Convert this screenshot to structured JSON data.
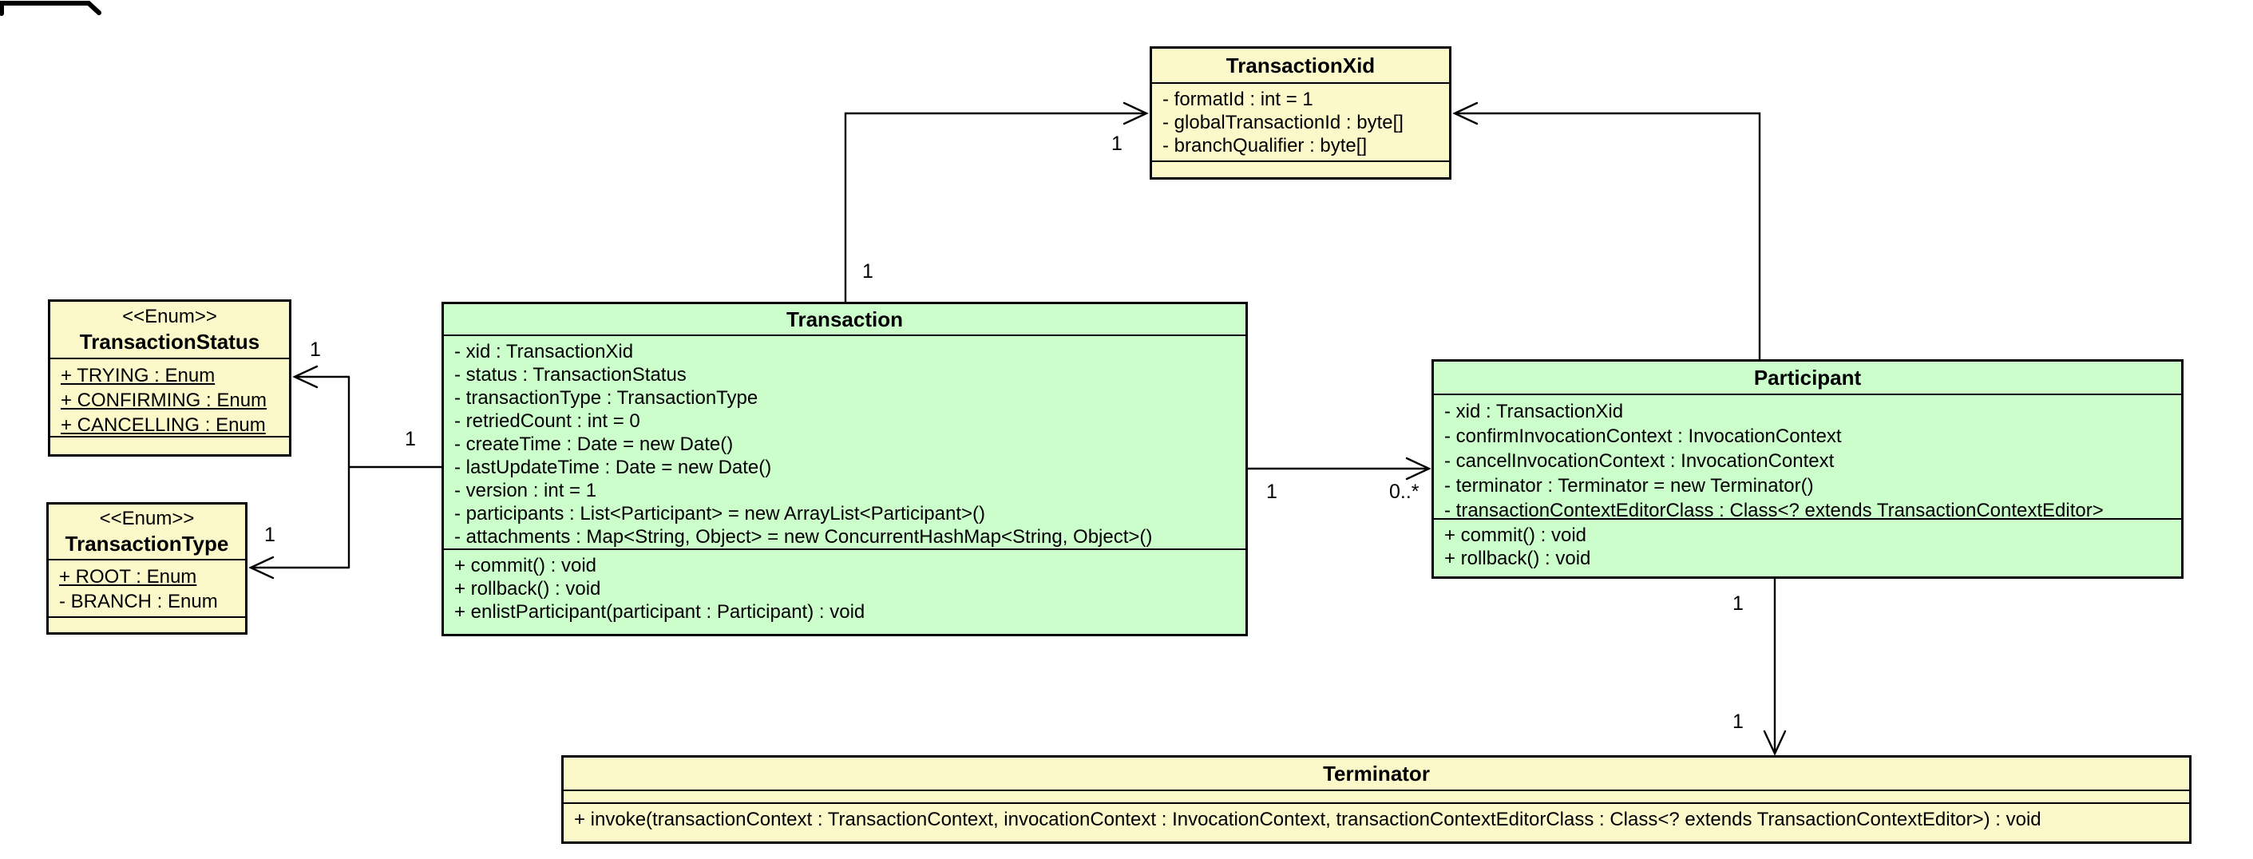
{
  "colors": {
    "canvas_bg": "#ffffff",
    "class_yellow": "#fbf8c9",
    "class_green": "#ccfecc",
    "border": "#000000",
    "text": "#000000"
  },
  "classes": {
    "transaction_xid": {
      "name": "TransactionXid",
      "attributes": [
        {
          "text": "- formatId : int = 1"
        },
        {
          "text": "- globalTransactionId : byte[]"
        },
        {
          "text": "- branchQualifier : byte[]"
        }
      ],
      "operations": []
    },
    "transaction": {
      "name": "Transaction",
      "attributes": [
        {
          "text": "- xid : TransactionXid"
        },
        {
          "text": "- status : TransactionStatus"
        },
        {
          "text": "- transactionType : TransactionType"
        },
        {
          "text": "- retriedCount : int = 0"
        },
        {
          "text": "- createTime : Date = new Date()"
        },
        {
          "text": "- lastUpdateTime : Date = new Date()"
        },
        {
          "text": "- version : int = 1"
        },
        {
          "text": "- participants : List<Participant> = new ArrayList<Participant>()"
        },
        {
          "text": "- attachments : Map<String, Object> = new ConcurrentHashMap<String, Object>()"
        }
      ],
      "operations": [
        {
          "text": "+ commit() : void"
        },
        {
          "text": "+ rollback() : void"
        },
        {
          "text": "+ enlistParticipant(participant : Participant) : void"
        }
      ]
    },
    "participant": {
      "name": "Participant",
      "attributes": [
        {
          "text": "- xid : TransactionXid"
        },
        {
          "text": "- confirmInvocationContext : InvocationContext"
        },
        {
          "text": "- cancelInvocationContext : InvocationContext"
        },
        {
          "text": "- terminator : Terminator = new Terminator()"
        },
        {
          "text": "- transactionContextEditorClass : Class<? extends TransactionContextEditor>"
        }
      ],
      "operations": [
        {
          "text": "+ commit() : void"
        },
        {
          "text": "+ rollback() : void"
        }
      ]
    },
    "transaction_status": {
      "stereotype": "<<Enum>>",
      "name": "TransactionStatus",
      "attributes": [
        {
          "text": "+ TRYING : Enum",
          "static": true
        },
        {
          "text": "+ CONFIRMING : Enum",
          "static": true
        },
        {
          "text": "+ CANCELLING : Enum",
          "static": true
        }
      ],
      "operations": []
    },
    "transaction_type": {
      "stereotype": "<<Enum>>",
      "name": "TransactionType",
      "attributes": [
        {
          "text": "+ ROOT : Enum",
          "static": true
        },
        {
          "text": "- BRANCH : Enum"
        }
      ],
      "operations": []
    },
    "terminator": {
      "name": "Terminator",
      "attributes": [],
      "operations": [
        {
          "text": "+ invoke(transactionContext : TransactionContext, invocationContext : InvocationContext, transactionContextEditorClass : Class<? extends TransactionContextEditor>) : void"
        }
      ]
    }
  },
  "relations": [
    {
      "source": "Transaction",
      "target": "TransactionXid",
      "arrow": "open",
      "source_multiplicity": "1",
      "target_multiplicity": "1"
    },
    {
      "source": "Participant",
      "target": "TransactionXid",
      "arrow": "open"
    },
    {
      "source": "Transaction",
      "target": "TransactionStatus",
      "arrow": "open",
      "source_multiplicity": "1",
      "target_multiplicity": "1"
    },
    {
      "source": "Transaction",
      "target": "TransactionType",
      "arrow": "open",
      "target_multiplicity": "1"
    },
    {
      "source": "Transaction",
      "target": "Participant",
      "arrow": "open",
      "source_multiplicity": "1",
      "target_multiplicity": "0..*"
    },
    {
      "source": "Participant",
      "target": "Terminator",
      "arrow": "open",
      "source_multiplicity": "1",
      "target_multiplicity": "1"
    }
  ]
}
